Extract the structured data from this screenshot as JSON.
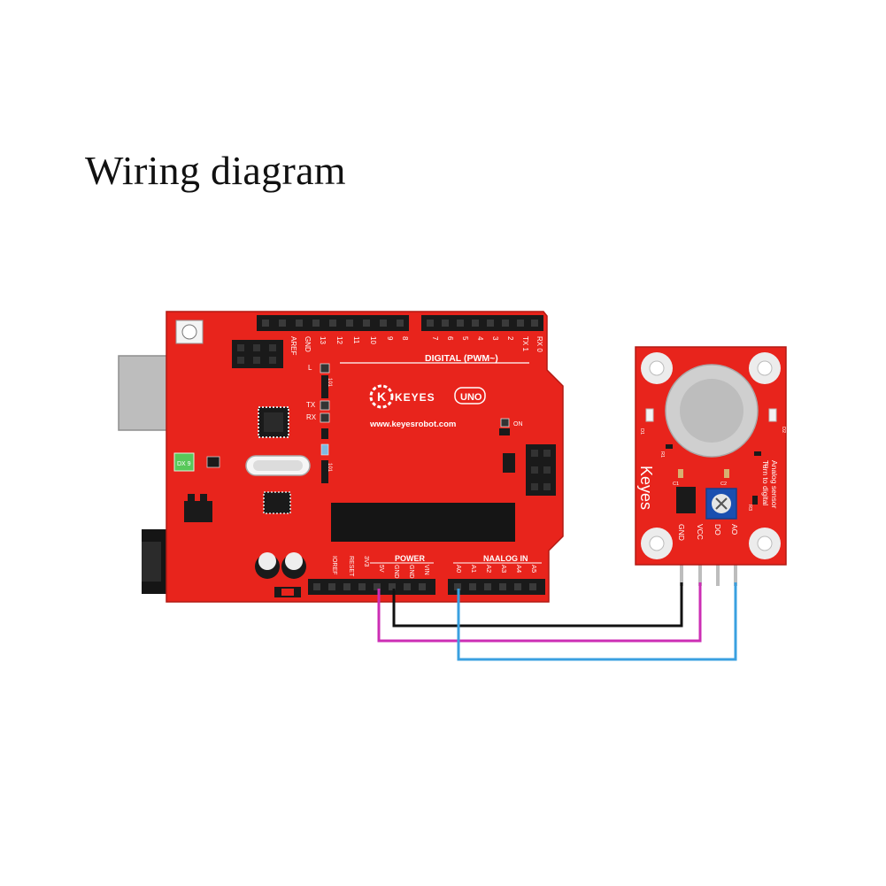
{
  "title": "Wiring diagram",
  "colors": {
    "board_red": "#e8241c",
    "header_black": "#1a1a1a",
    "wire_black": "#111111",
    "wire_magenta": "#cc2eb4",
    "wire_blue": "#3aa0e0"
  },
  "uno": {
    "brand": "KEYES",
    "model": "UNO",
    "url": "www.keyesrobot.com",
    "digital_label": "DIGITAL (PWM~)",
    "digital_pins_left": [
      "AREF",
      "GND",
      "13",
      "12",
      "11",
      "10",
      "9",
      "8"
    ],
    "digital_pins_right": [
      "7",
      "6",
      "5",
      "4",
      "3",
      "2",
      "TX 1",
      "RX 0"
    ],
    "power_label": "POWER",
    "power_pins": [
      "IOREF",
      "RESET",
      "3V3",
      "5V",
      "GND",
      "GND",
      "VIN"
    ],
    "analog_label": "NAALOG IN",
    "analog_pins": [
      "A0",
      "A1",
      "A2",
      "A3",
      "A4",
      "A5"
    ],
    "led_labels": [
      "L",
      "TX",
      "RX",
      "ON"
    ],
    "chip_marks": [
      "101",
      "101"
    ],
    "green_part": "DX 9"
  },
  "sensor": {
    "brand": "Keyes",
    "desc_line1": "Analog sensor",
    "desc_line2": "Turn to digital",
    "pins": [
      "GND",
      "VCC",
      "DO",
      "AO"
    ],
    "parts": [
      "D1",
      "R1",
      "C1",
      "R2",
      "D2",
      "R3",
      "C2"
    ]
  }
}
